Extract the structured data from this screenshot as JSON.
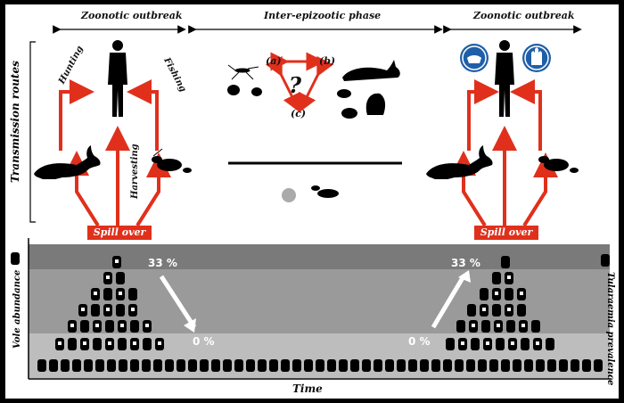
{
  "phases": {
    "left": "Zoonotic outbreak",
    "middle": "Inter-epizootic phase",
    "right": "Zoonotic outbreak"
  },
  "y_axis_top": "Transmission routes",
  "routes": {
    "hunting": "Hunting",
    "fishing": "Fishing",
    "harvesting": "Harvesting"
  },
  "cycle": {
    "a": "(a)",
    "b": "(b)",
    "c": "(c)",
    "question": "?"
  },
  "spill_over": "Spill over",
  "percentages": {
    "high_left": "33 %",
    "low_left": "0 %",
    "high_right": "33 %",
    "low_right": "0 %"
  },
  "axes": {
    "y_left": "Vole abundance",
    "y_right": "Tularaemia prevalence",
    "x": "Time"
  },
  "icons": [
    "human-icon",
    "hare-icon",
    "crayfish-icon",
    "mask-icon",
    "gloves-icon",
    "mosquito-icon",
    "tick-icon",
    "flea-icon",
    "vole-icon",
    "weasel-icon",
    "rat-icon",
    "beaver-icon",
    "vole-band-icon"
  ],
  "colors": {
    "arrow_red": "#e0301c",
    "band_dark": "#7a7a7a",
    "band_mid": "#9a9a9a",
    "band_light": "#bdbdbd",
    "ppe_blue": "#1f5fa8"
  }
}
